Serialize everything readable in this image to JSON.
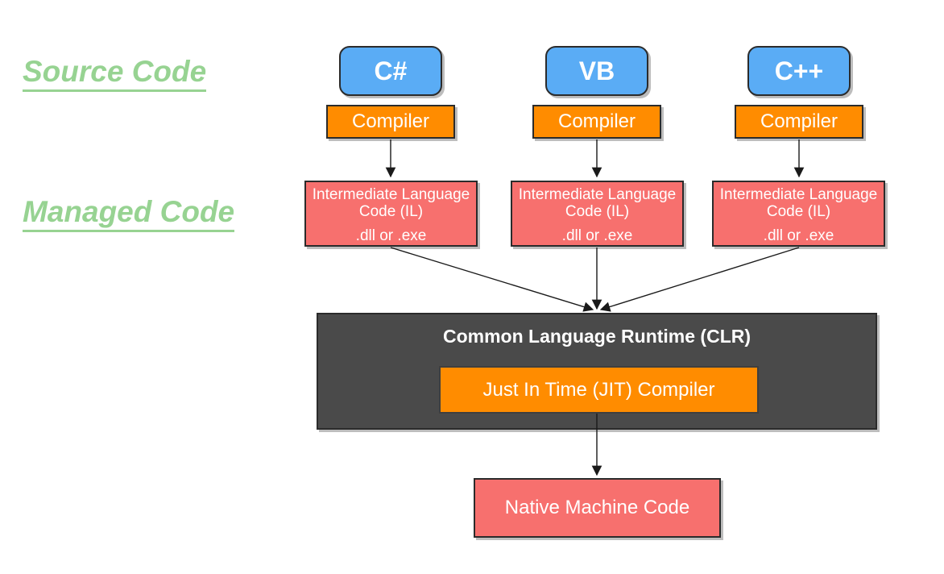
{
  "labels": {
    "source_code": "Source Code",
    "managed_code": "Managed Code"
  },
  "columns": [
    {
      "language": "C#",
      "compiler_label": "Compiler",
      "il_title": "Intermediate Language Code (IL)",
      "il_subtitle": ".dll or .exe"
    },
    {
      "language": "VB",
      "compiler_label": "Compiler",
      "il_title": "Intermediate Language Code (IL)",
      "il_subtitle": ".dll or .exe"
    },
    {
      "language": "C++",
      "compiler_label": "Compiler",
      "il_title": "Intermediate Language Code (IL)",
      "il_subtitle": ".dll or .exe"
    }
  ],
  "clr": {
    "title": "Common Language Runtime (CLR)",
    "jit_label": "Just In Time (JIT) Compiler"
  },
  "native_label": "Native Machine Code",
  "colors": {
    "language_box": "#5AACF5",
    "compiler_box": "#FF8C00",
    "il_box": "#F7706E",
    "clr_box": "#4A4A4A",
    "label_green": "#97D392",
    "box_border": "#2B2B2B",
    "box_shadow": "#BDBDBD",
    "arrow": "#1A1A1A",
    "text_white": "#FFFFFF"
  }
}
